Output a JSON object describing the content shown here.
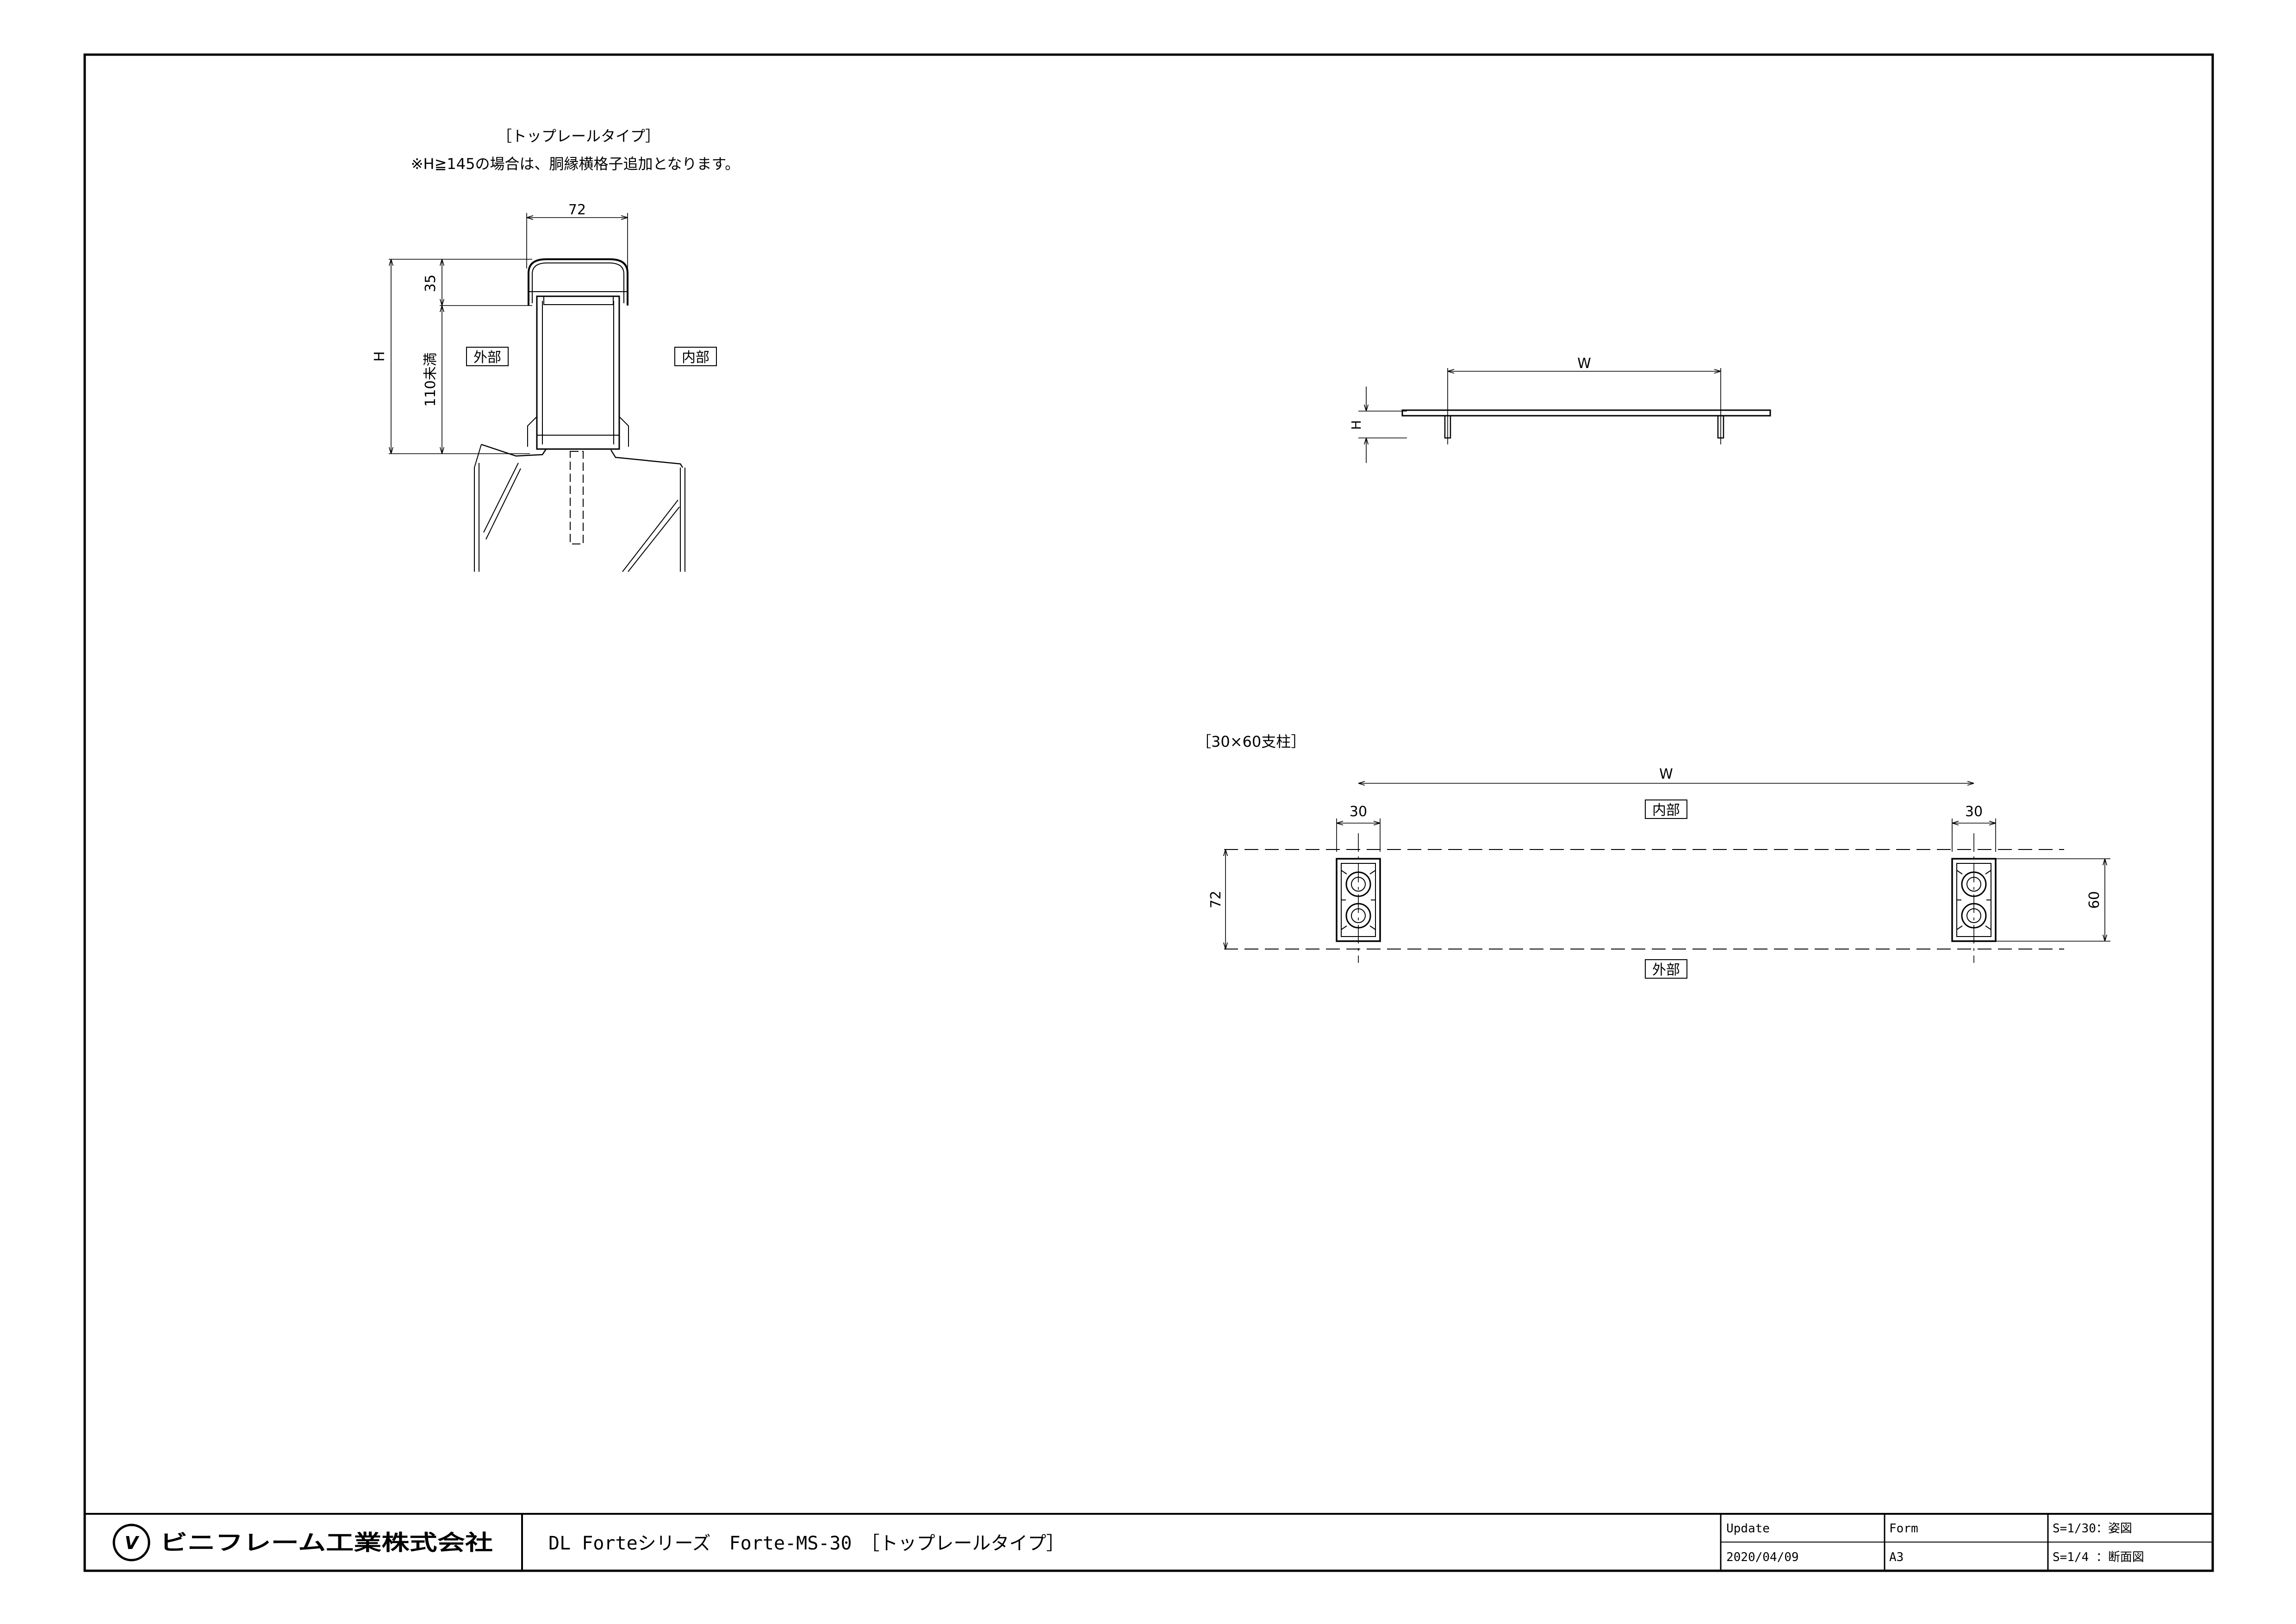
{
  "drawing_1": {
    "title": "［トップレールタイプ］",
    "note": "※H≧145の場合は、胴縁横格子追加となります。",
    "dim_width": "72",
    "dim_top": "35",
    "dim_h": "H",
    "dim_lower": "110未満",
    "label_outside": "外部",
    "label_inside": "内部"
  },
  "drawing_2": {
    "dim_w": "W",
    "dim_h": "H"
  },
  "drawing_3": {
    "title": "［30×60支柱］",
    "dim_w": "W",
    "dim_post_left": "30",
    "dim_post_right": "30",
    "dim_72": "72",
    "dim_60": "60",
    "label_inside": "内部",
    "label_outside": "外部"
  },
  "title_block": {
    "company": "ビニフレーム工業株式会社",
    "description": "DL Forteシリーズ　Forte-MS-30　［トップレールタイプ］",
    "update_label": "Update",
    "update_value": "2020/04/09",
    "form_label": "Form",
    "form_value": "A3",
    "scale_1": "S=1/30：姿図",
    "scale_2": "S=1/4 ：断面図"
  }
}
